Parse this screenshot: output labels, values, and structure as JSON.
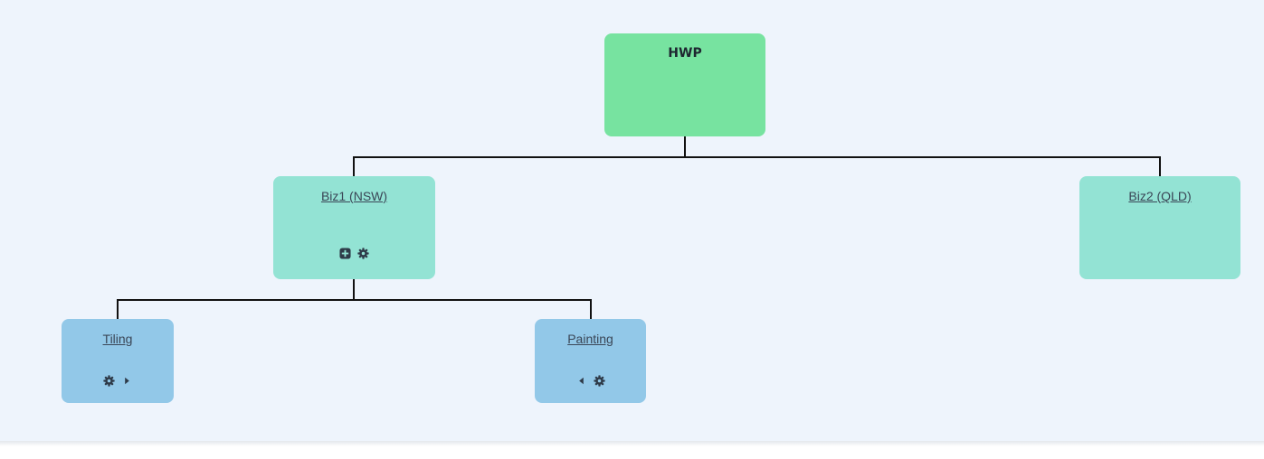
{
  "org_chart": {
    "root": {
      "label": "HWP",
      "color": "#77e3a0"
    },
    "level1": [
      {
        "label": "Biz1 (NSW)",
        "color": "#93e3d4",
        "icons": [
          "plus-square-icon",
          "gear-icon"
        ]
      },
      {
        "label": "Biz2 (QLD)",
        "color": "#93e3d4",
        "icons": []
      }
    ],
    "level2": [
      {
        "label": "Tiling",
        "color": "#92c8e8",
        "icons": [
          "gear-icon",
          "caret-right-icon"
        ]
      },
      {
        "label": "Painting",
        "color": "#92c8e8",
        "icons": [
          "caret-left-icon",
          "gear-icon"
        ]
      }
    ]
  },
  "colors": {
    "background": "#eef4fc",
    "connector": "#111111",
    "icon": "#2e3a48"
  }
}
